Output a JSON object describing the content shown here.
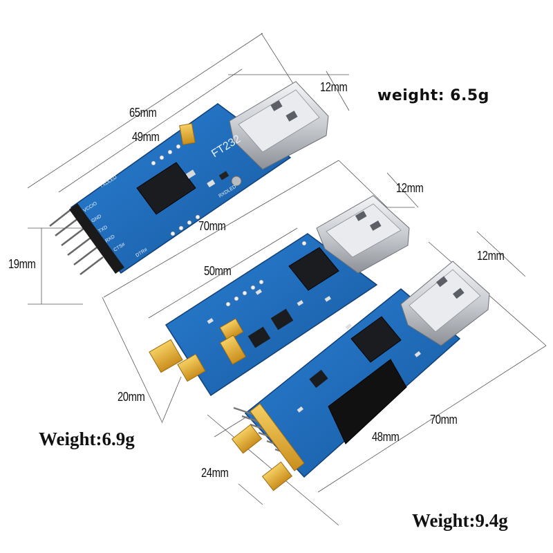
{
  "dimensions": {
    "board1_length": "65mm",
    "board1_pcb_length": "49mm",
    "board1_usb_height": "12mm",
    "board1_width": "19mm",
    "board2_length": "70mm",
    "board2_pcb_length": "50mm",
    "board2_usb_height": "12mm",
    "board2_width": "20mm",
    "board3_length": "70mm",
    "board3_pcb_length": "48mm",
    "board3_usb_height": "12mm",
    "board3_width": "24mm"
  },
  "weights": {
    "board1": "weight:  6.5g",
    "board2": "Weight:6.9g",
    "board3": "Weight:9.4g"
  },
  "silkscreen": {
    "board1_chip": "FT232",
    "board1_pins": [
      "VCCIO",
      "GND",
      "TXD",
      "RXD",
      "CTS#",
      "DTR#"
    ],
    "board1_leds": [
      "TXDLED",
      "RXDLED"
    ]
  },
  "colors": {
    "pcb_blue": "#1f6fc0",
    "header_yellow": "#e8b43a",
    "usb_silver": "#c9ccd1"
  }
}
